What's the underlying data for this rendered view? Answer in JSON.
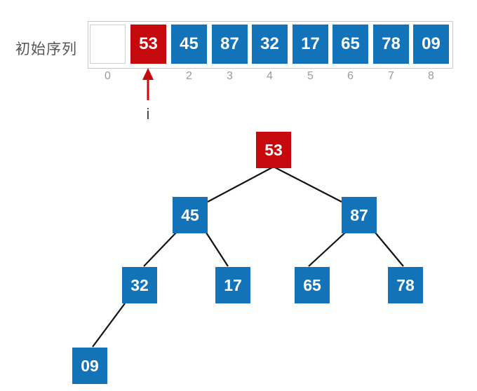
{
  "row_label": "初始序列",
  "array": [
    {
      "value": "",
      "kind": "empty"
    },
    {
      "value": "53",
      "kind": "red"
    },
    {
      "value": "45",
      "kind": "blue"
    },
    {
      "value": "87",
      "kind": "blue"
    },
    {
      "value": "32",
      "kind": "blue"
    },
    {
      "value": "17",
      "kind": "blue"
    },
    {
      "value": "65",
      "kind": "blue"
    },
    {
      "value": "78",
      "kind": "blue"
    },
    {
      "value": "09",
      "kind": "blue"
    }
  ],
  "indices": [
    "0",
    "",
    "2",
    "3",
    "4",
    "5",
    "6",
    "7",
    "8"
  ],
  "pointer": {
    "label": "i",
    "index": 1
  },
  "tree": {
    "nodes": [
      {
        "id": "n53",
        "value": "53",
        "kind": "red"
      },
      {
        "id": "n45",
        "value": "45",
        "kind": "blue"
      },
      {
        "id": "n87",
        "value": "87",
        "kind": "blue"
      },
      {
        "id": "n32",
        "value": "32",
        "kind": "blue"
      },
      {
        "id": "n17",
        "value": "17",
        "kind": "blue"
      },
      {
        "id": "n65",
        "value": "65",
        "kind": "blue"
      },
      {
        "id": "n78",
        "value": "78",
        "kind": "blue"
      },
      {
        "id": "n09",
        "value": "09",
        "kind": "blue"
      }
    ],
    "edges": [
      [
        "n53",
        "n45"
      ],
      [
        "n53",
        "n87"
      ],
      [
        "n45",
        "n32"
      ],
      [
        "n45",
        "n17"
      ],
      [
        "n87",
        "n65"
      ],
      [
        "n87",
        "n78"
      ],
      [
        "n32",
        "n09"
      ]
    ]
  },
  "colors": {
    "blue": "#1273b8",
    "red": "#c6090d"
  }
}
